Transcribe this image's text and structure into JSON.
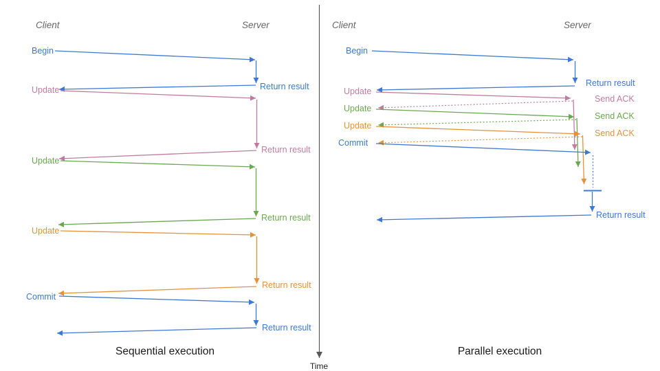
{
  "colors": {
    "blue": "#3c78d8",
    "pink": "#c27ba0",
    "green": "#6aa84f",
    "orange": "#e69138",
    "axis": "#595959",
    "header": "#666666",
    "caption": "#1a1a1a"
  },
  "time_axis": {
    "label": "Time"
  },
  "left": {
    "caption": "Sequential execution",
    "client": "Client",
    "server": "Server",
    "messages": [
      {
        "label": "Begin",
        "response": "Return result"
      },
      {
        "label": "Update",
        "response": "Return result"
      },
      {
        "label": "Update",
        "response": "Return result"
      },
      {
        "label": "Update",
        "response": "Return result"
      },
      {
        "label": "Commit",
        "response": "Return result"
      }
    ]
  },
  "right": {
    "caption": "Parallel execution",
    "client": "Client",
    "server": "Server",
    "messages": [
      {
        "label": "Begin",
        "response": "Return result"
      },
      {
        "label": "Update",
        "response": "Send ACK"
      },
      {
        "label": "Update",
        "response": "Send ACK"
      },
      {
        "label": "Update",
        "response": "Send ACK"
      },
      {
        "label": "Commit",
        "response": "Return result"
      }
    ]
  }
}
